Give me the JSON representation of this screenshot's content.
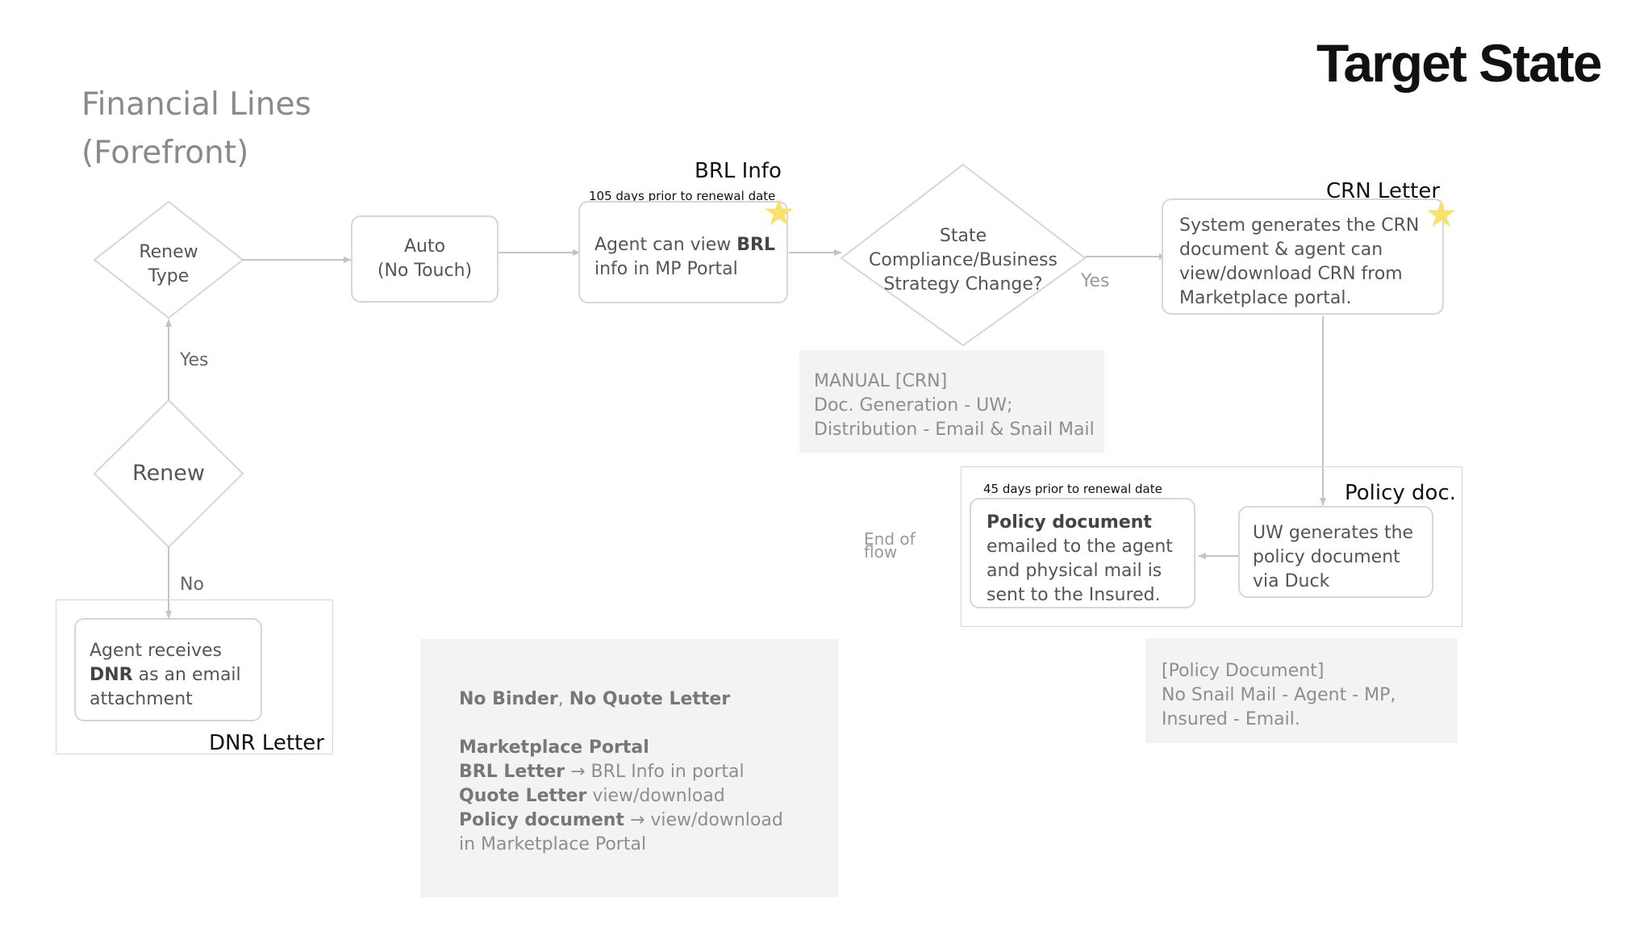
{
  "header": {
    "title": "Target State",
    "subtitle_line1": "Financial Lines",
    "subtitle_line2": "(Forefront)"
  },
  "decisions": {
    "renew_type_line1": "Renew",
    "renew_type_line2": "Type",
    "renew": "Renew",
    "state_line1": "State",
    "state_line2": "Compliance/Business",
    "state_line3": "Strategy Change?"
  },
  "labels": {
    "yes_up": "Yes",
    "no_down": "No",
    "yes_state": "Yes",
    "end_flow_line1": "End of",
    "end_flow_line2": "flow"
  },
  "boxes": {
    "auto_line1": "Auto",
    "auto_line2": "(No Touch)",
    "brl_pre": "Agent can view ",
    "brl_bold": "BRL",
    "brl_post": "info in MP Portal",
    "crn_line1": "System generates the CRN",
    "crn_line2": "document & agent can",
    "crn_line3": "view/download CRN from",
    "crn_line4": "Marketplace portal.",
    "policy_bold": "Policy document",
    "policy_line2": "emailed to the agent",
    "policy_line3": "and physical mail is",
    "policy_line4": "sent to the Insured.",
    "uw_line1": "UW generates the",
    "uw_line2": "policy document",
    "uw_line3": "via Duck",
    "dnr_line1": "Agent receives",
    "dnr_bold": "DNR",
    "dnr_line2_rest": " as an email",
    "dnr_line3": "attachment"
  },
  "headings": {
    "brl_info": "BRL Info",
    "brl_days": "105 days prior to renewal date",
    "crn_letter": "CRN Letter",
    "policy_doc": "Policy doc.",
    "policy_days": "45 days prior to renewal date",
    "dnr_letter": "DNR Letter"
  },
  "notes": {
    "manual_line1": "MANUAL [CRN]",
    "manual_line2": "Doc. Generation - UW;",
    "manual_line3": "Distribution - Email & Snail Mail",
    "policydoc_line1": "[Policy Document]",
    "policydoc_line2": "No Snail Mail - Agent - MP,",
    "policydoc_line3": "Insured - Email.",
    "summary_b1": "No Binder",
    "summary_sep": ", ",
    "summary_b2": "No Quote Letter",
    "summary_b3": "Marketplace Portal",
    "summary_b4": "BRL Letter",
    "summary_t4": " → BRL Info in portal",
    "summary_b5": "Quote Letter",
    "summary_t5": " view/download",
    "summary_b6": "Policy document",
    "summary_t6": " → view/download",
    "summary_t7": "in Marketplace Portal"
  },
  "colors": {
    "line": "#c4c4c4",
    "star": "#f7e26b",
    "note_bg": "#f3f3f3"
  },
  "icons": {
    "star": "star-icon"
  }
}
